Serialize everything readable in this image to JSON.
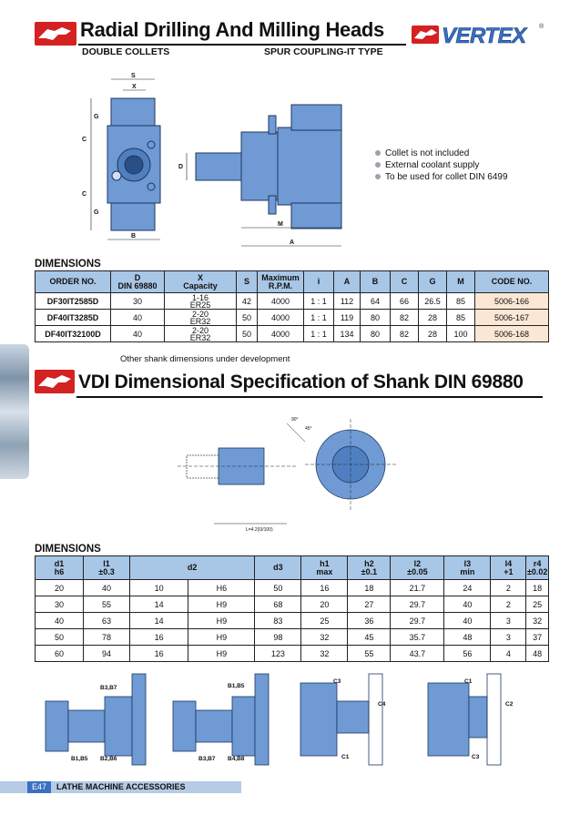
{
  "header": {
    "title": "Radial Drilling And Milling Heads",
    "subtitle_left": "DOUBLE COLLETS",
    "subtitle_right": "SPUR COUPLING-IT TYPE",
    "brand": "VERTEX",
    "brand_mark": "®"
  },
  "diagram1": {
    "labels": [
      "S",
      "X",
      "G",
      "C",
      "C",
      "G",
      "B",
      "D",
      "M",
      "A"
    ]
  },
  "features": [
    "Collet is not included",
    "External coolant supply",
    "To be used for collet DIN 6499"
  ],
  "dimensions1": {
    "heading": "DIMENSIONS",
    "headers": [
      "ORDER NO.",
      "D\nDIN 69880",
      "X\nCapacity",
      "S",
      "Maximum\nR.P.M.",
      "i",
      "A",
      "B",
      "C",
      "G",
      "M",
      "CODE NO."
    ],
    "rows": [
      [
        "DF30IT2585D",
        "30",
        "1-16\nER25",
        "42",
        "4000",
        "1 : 1",
        "112",
        "64",
        "66",
        "26.5",
        "85",
        "5006-166"
      ],
      [
        "DF40IT3285D",
        "40",
        "2-20\nER32",
        "50",
        "4000",
        "1 : 1",
        "119",
        "80",
        "82",
        "28",
        "85",
        "5006-167"
      ],
      [
        "DF40IT32100D",
        "40",
        "2-20\nER32",
        "50",
        "4000",
        "1 : 1",
        "134",
        "80",
        "82",
        "28",
        "100",
        "5006-168"
      ]
    ]
  },
  "note": "Other shank dimensions under development",
  "section2": {
    "title": "VDI Dimensional Specification of Shank DIN 69880"
  },
  "diagram2": {
    "labels": [
      "L=4.2(l3/100)",
      "90°",
      "45°"
    ]
  },
  "dimensions2": {
    "heading": "DIMENSIONS",
    "headers": [
      "d1\nh6",
      "l1\n±0.3",
      "d2",
      "d3",
      "h1\nmax",
      "h2\n±0.1",
      "l2\n±0.05",
      "l3\nmin",
      "l4\n+1",
      "r4\n±0.02"
    ],
    "rows": [
      [
        "20",
        "40",
        "10",
        "H6",
        "50",
        "16",
        "18",
        "21.7",
        "24",
        "2",
        "18"
      ],
      [
        "30",
        "55",
        "14",
        "H9",
        "68",
        "20",
        "27",
        "29.7",
        "40",
        "2",
        "25"
      ],
      [
        "40",
        "63",
        "14",
        "H9",
        "83",
        "25",
        "36",
        "29.7",
        "40",
        "3",
        "32"
      ],
      [
        "50",
        "78",
        "16",
        "H9",
        "98",
        "32",
        "45",
        "35.7",
        "48",
        "3",
        "37"
      ],
      [
        "60",
        "94",
        "16",
        "H9",
        "123",
        "32",
        "55",
        "43.7",
        "56",
        "4",
        "48"
      ]
    ]
  },
  "diagram3": {
    "labels": [
      "B3,B7",
      "B1,B5",
      "B2,B6",
      "B1,B5",
      "B3,B7",
      "B4,B8",
      "C3",
      "C4",
      "C1",
      "C1",
      "C2",
      "C3"
    ]
  },
  "footer": {
    "page": "E47",
    "text": "LATHE MACHINE ACCESSORIES"
  },
  "colors": {
    "accent_blue": "#3a6fc4",
    "table_header": "#a8c6e6",
    "code_cell": "#fbe8d4",
    "logo_red": "#d42121"
  }
}
